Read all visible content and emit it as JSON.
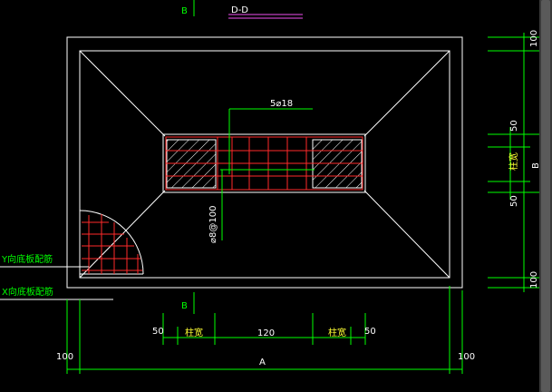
{
  "drawing": {
    "section_title": "D-D",
    "section_marker_top": "B",
    "section_marker_bottom": "B",
    "top_rebar_label": "5⌀18",
    "stirrup_label": "⌀8@100",
    "y_rebar_label": "Y向底板配筋",
    "x_rebar_label": "X向底板配筋",
    "dim_bottom": {
      "left_offset": "100",
      "right_offset": "100",
      "total": "A",
      "left_edge": "50",
      "column_width_left": "柱宽",
      "middle": "120",
      "column_width_right": "柱宽",
      "right_edge": "50"
    },
    "dim_right": {
      "top": "100",
      "upper": "50",
      "column_width": "柱宽",
      "total": "B",
      "lower": "50",
      "bottom": "100"
    }
  }
}
